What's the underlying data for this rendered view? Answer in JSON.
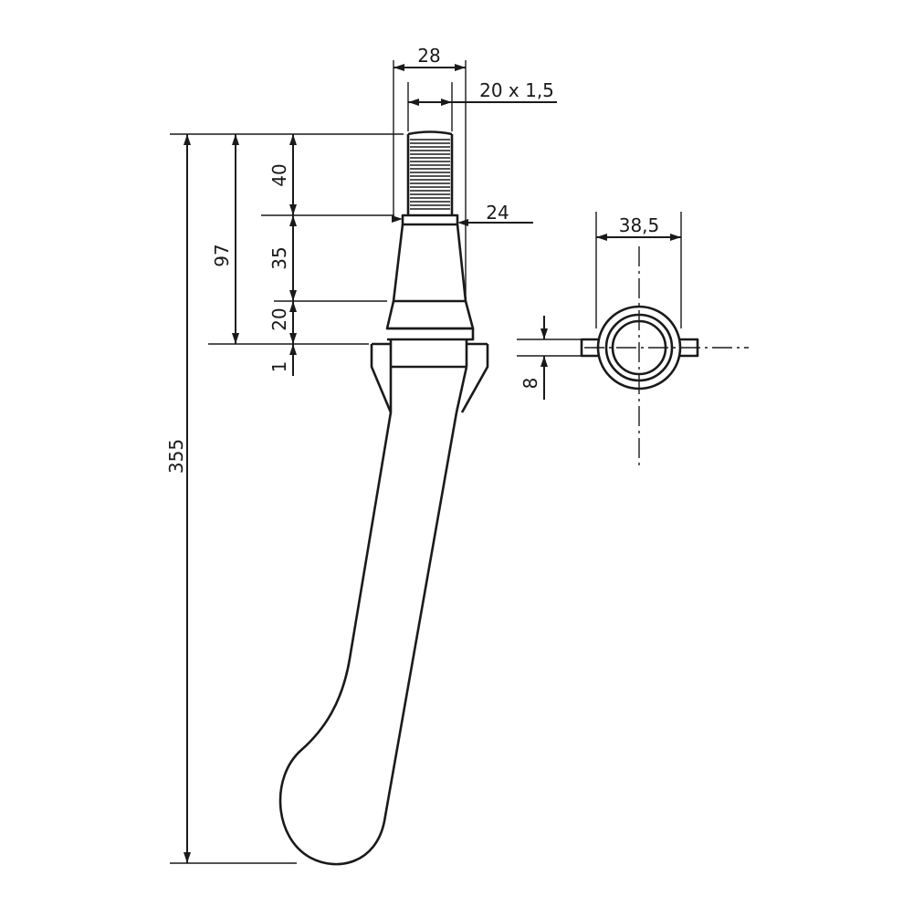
{
  "drawing": {
    "dimensions": {
      "top_width": "28",
      "thread": "20 x 1,5",
      "neck_diameter": "24",
      "thread_length": "40",
      "taper_length": "35",
      "collar_length": "20",
      "flange_gap": "1",
      "upper_length": "97",
      "overall_length": "355",
      "flange_width": "38,5",
      "slot_width": "8"
    }
  }
}
